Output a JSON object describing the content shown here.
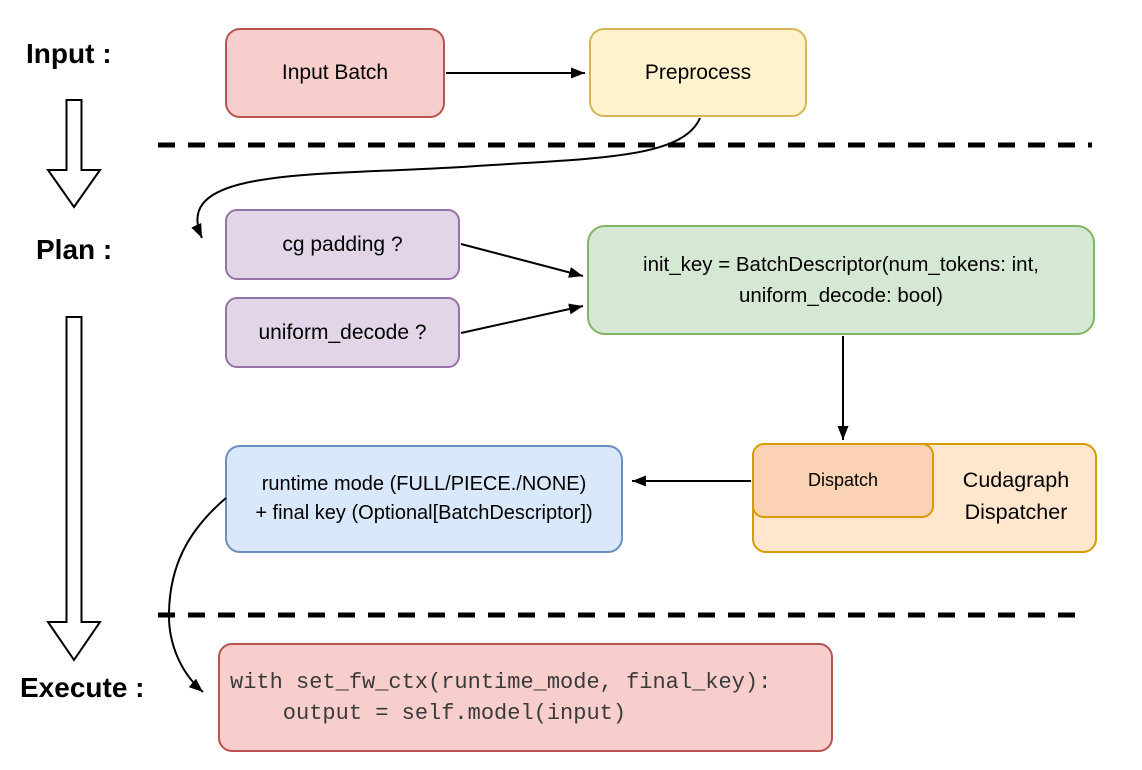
{
  "stage_labels": {
    "input": "Input :",
    "plan": "Plan :",
    "execute": "Execute :"
  },
  "nodes": {
    "input_batch": {
      "label": "Input Batch",
      "fill": "#f8cecc",
      "stroke": "#b85450"
    },
    "preprocess": {
      "label": "Preprocess",
      "fill": "#fff2cc",
      "stroke": "#d6b656"
    },
    "cg_padding": {
      "label": "cg padding ?",
      "fill": "#e1d5e7",
      "stroke": "#9673a6"
    },
    "uniform_decode": {
      "label": "uniform_decode ?",
      "fill": "#e1d5e7",
      "stroke": "#9673a6"
    },
    "init_key": {
      "line1": "init_key = BatchDescriptor(num_tokens: int,",
      "line2": "uniform_decode: bool)",
      "fill": "#d5e8d4",
      "stroke": "#82b366"
    },
    "dispatch": {
      "label": "Dispatch",
      "fill": "#fbd2b4",
      "stroke": "#d79b00"
    },
    "cudagraph_dispatcher": {
      "line1": "Cudagraph",
      "line2": "Dispatcher",
      "fill": "#ffe6cc",
      "stroke": "#d79b00"
    },
    "runtime_mode": {
      "line1": "runtime mode (FULL/PIECE./NONE)",
      "line2": "+ final key (Optional[BatchDescriptor])",
      "fill": "#dae8fc",
      "stroke": "#6c8ebf"
    },
    "execute_code": {
      "line1": "with set_fw_ctx(runtime_mode, final_key):",
      "line2": "    output = self.model(input)",
      "fill": "#f8cecc",
      "stroke": "#b85450"
    }
  },
  "connector_color": "#000000",
  "background": "#ffffff"
}
